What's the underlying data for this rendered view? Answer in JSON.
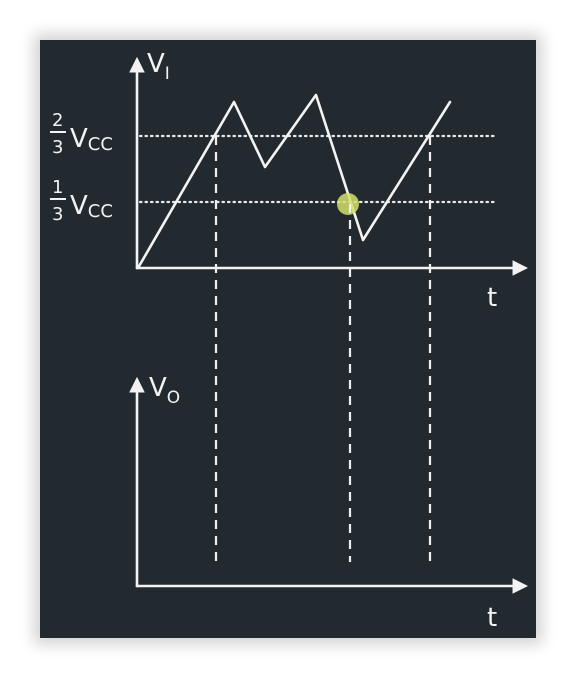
{
  "diagram": {
    "background_color": "#232a2f",
    "chalk_color": "#f3f3f3",
    "highlight_color": "#d4e06a",
    "top_plot": {
      "y_axis_symbol": "V",
      "y_axis_subscript": "I",
      "x_axis_label": "t",
      "upper_threshold": {
        "numerator": "2",
        "denominator": "3",
        "symbol": "V",
        "subscript": "CC"
      },
      "lower_threshold": {
        "numerator": "1",
        "denominator": "3",
        "symbol": "V",
        "subscript": "CC"
      }
    },
    "bottom_plot": {
      "y_axis_symbol": "V",
      "y_axis_subscript": "O",
      "x_axis_label": "t"
    }
  }
}
